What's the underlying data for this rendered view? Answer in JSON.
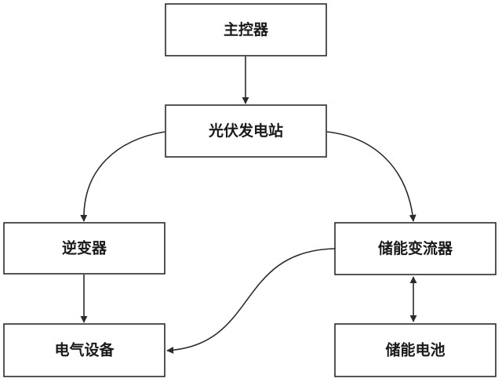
{
  "nodes": {
    "main_controller": "主控器",
    "pv_station": "光伏发电站",
    "inverter": "逆变器",
    "storage_converter": "储能变流器",
    "electrical_equipment": "电气设备",
    "storage_battery": "储能电池"
  },
  "edges": [
    {
      "from": "main_controller",
      "to": "pv_station",
      "direction": "one-way"
    },
    {
      "from": "pv_station",
      "to": "inverter",
      "direction": "one-way"
    },
    {
      "from": "pv_station",
      "to": "storage_converter",
      "direction": "one-way"
    },
    {
      "from": "inverter",
      "to": "electrical_equipment",
      "direction": "one-way"
    },
    {
      "from": "storage_converter",
      "to": "electrical_equipment",
      "direction": "one-way"
    },
    {
      "from": "storage_converter",
      "to": "storage_battery",
      "direction": "two-way"
    }
  ]
}
